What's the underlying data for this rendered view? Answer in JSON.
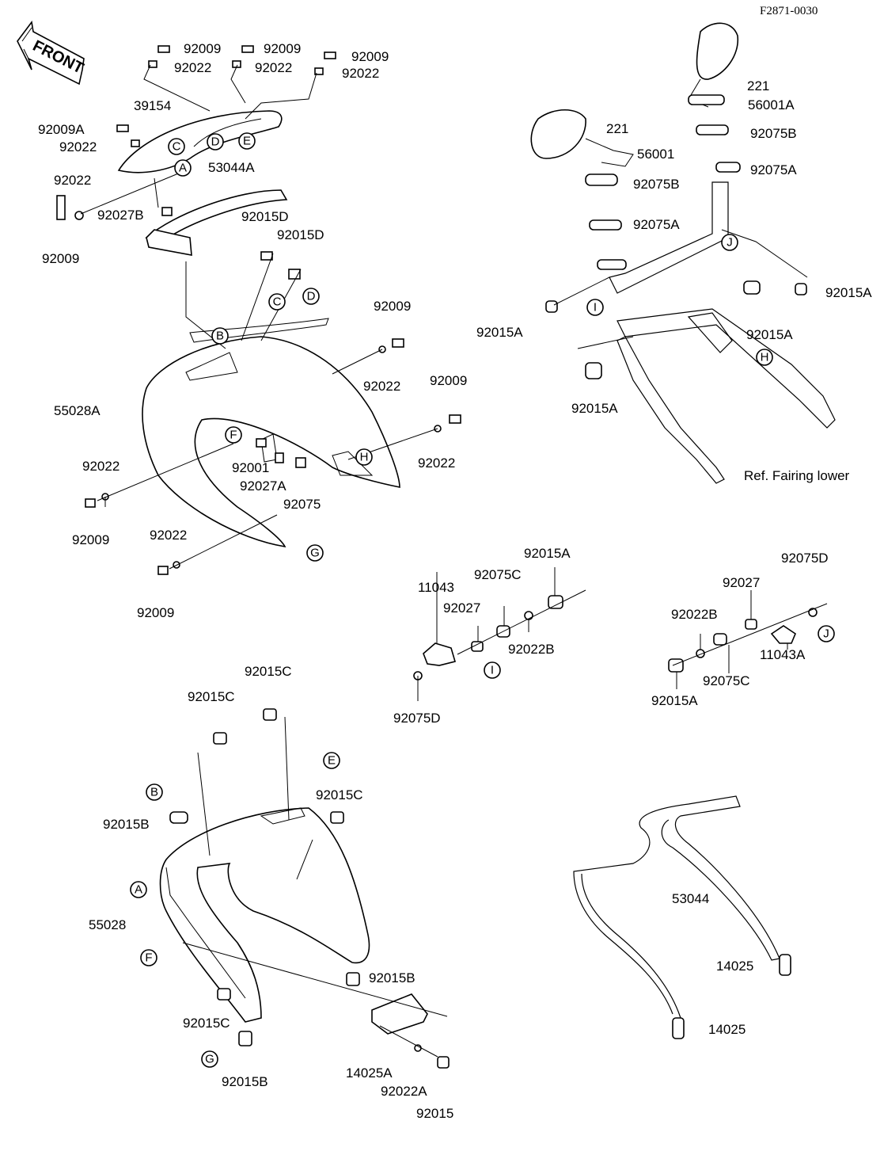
{
  "drawing_number": "F2871-0030",
  "front_label": "FRONT",
  "callouts": {
    "p92009_a": "92009",
    "p92022_a": "92022",
    "p92009_b": "92009",
    "p92022_b": "92022",
    "p92009_c": "92009",
    "p92022_c": "92022",
    "p39154": "39154",
    "p92009A": "92009A",
    "p92022_d": "92022",
    "p92022_e": "92022",
    "p92027B": "92027B",
    "p92009_d": "92009",
    "p53044A": "53044A",
    "p92015D_a": "92015D",
    "p92015D_b": "92015D",
    "p92009_e": "92009",
    "p92022_f": "92022",
    "p55028A": "55028A",
    "p92009_f": "92009",
    "p92022_g": "92022",
    "p92022_h": "92022",
    "p92009_g": "92009",
    "p92001": "92001",
    "p92027A": "92027A",
    "p92075": "92075",
    "p92022_i": "92022",
    "p92009_h": "92009",
    "p221_a": "221",
    "p56001A": "56001A",
    "p92075B_a": "92075B",
    "p92075A_a": "92075A",
    "p221_b": "221",
    "p56001": "56001",
    "p92075B_b": "92075B",
    "p92075A_b": "92075A",
    "p92015A_a": "92015A",
    "p92015A_b": "92015A",
    "p92015A_c": "92015A",
    "p92015A_d": "92015A",
    "ref_fairing": "Ref. Fairing lower",
    "p92015A_e": "92015A",
    "p11043": "11043",
    "p92075C_a": "92075C",
    "p92027_a": "92027",
    "p92022B_a": "92022B",
    "p92075D_a": "92075D",
    "p92075D_b": "92075D",
    "p92027_b": "92027",
    "p92022B_b": "92022B",
    "p11043A": "11043A",
    "p92075C_b": "92075C",
    "p92015A_f": "92015A",
    "p92015C_a": "92015C",
    "p92015C_b": "92015C",
    "p92015C_c": "92015C",
    "p92015B_a": "92015B",
    "p55028": "55028",
    "p92015B_b": "92015B",
    "p92015C_d": "92015C",
    "p92015B_c": "92015B",
    "p14025A": "14025A",
    "p92022A": "92022A",
    "p92015": "92015",
    "p53044": "53044",
    "p14025_a": "14025",
    "p14025_b": "14025"
  },
  "reference_letters": {
    "A1": "A",
    "C1": "C",
    "D1": "D",
    "E1": "E",
    "B2": "B",
    "C2": "C",
    "D2": "D",
    "F2": "F",
    "H2": "H",
    "G2": "G",
    "I3": "I",
    "J3": "J",
    "H3": "H",
    "I4": "I",
    "J4": "J",
    "E5": "E",
    "B5": "B",
    "A5": "A",
    "F5": "F",
    "G5": "G"
  }
}
